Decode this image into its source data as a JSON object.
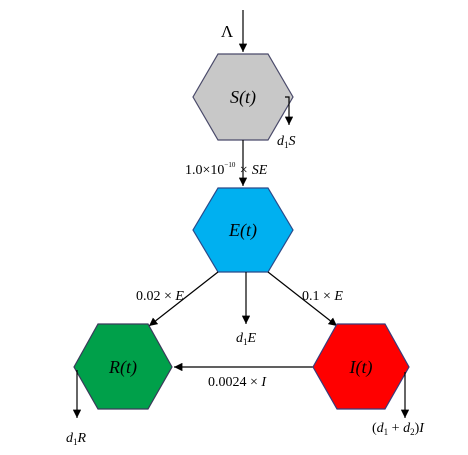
{
  "inflow": {
    "symbol": "Λ"
  },
  "nodes": {
    "S": {
      "label": "S(t)",
      "color": "#c8c8c8"
    },
    "E": {
      "label": "E(t)",
      "color": "#00b0f0"
    },
    "R": {
      "label": "R(t)",
      "color": "#00a04a"
    },
    "I": {
      "label": "I(t)",
      "color": "#ff0000"
    }
  },
  "edges": {
    "s_to_e": {
      "prefix": "1.0×10",
      "exponent": "−10",
      "suffix": " × SE"
    },
    "e_to_r": {
      "coef": "0.02 × ",
      "var": "E"
    },
    "e_to_i": {
      "coef": "0.1 × ",
      "var": "E"
    },
    "i_to_r": {
      "coef": "0.0024 × ",
      "var": "I"
    }
  },
  "outflows": {
    "S": {
      "rate": "d",
      "sub": "1",
      "var": "S"
    },
    "E": {
      "rate": "d",
      "sub": "1",
      "var": "E"
    },
    "R": {
      "rate": "d",
      "sub": "1",
      "var": "R"
    },
    "I": {
      "open": "(",
      "rate1": "d",
      "sub1": "1",
      "plus": " + ",
      "rate2": "d",
      "sub2": "2",
      "close": ")",
      "var": "I"
    }
  }
}
